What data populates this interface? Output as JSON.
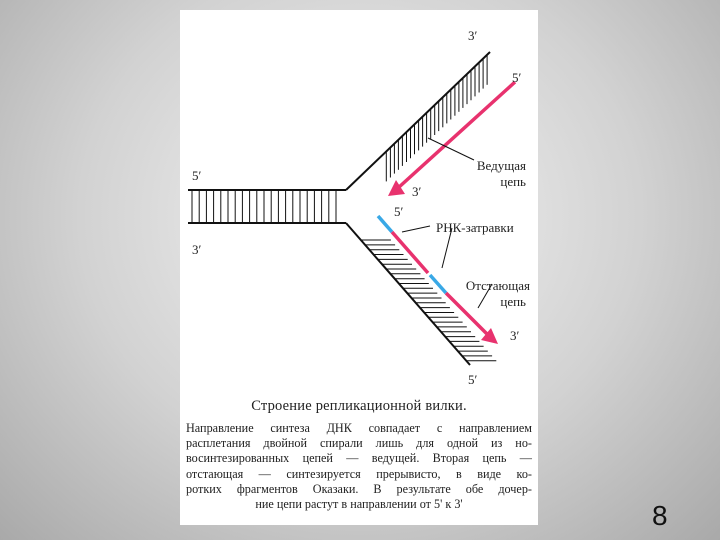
{
  "diagram": {
    "labels": {
      "top_3prime": "3′",
      "top_5prime": "5′",
      "left_5prime": "5′",
      "left_3prime": "3′",
      "leading_tip_3prime": "3′",
      "lagging_start_5prime": "5′",
      "lagging_tip_3prime": "3′",
      "bottom_5prime": "5′",
      "leading_strand_line1": "Ведущая",
      "leading_strand_line2": "цепь",
      "rna_primers": "РНК-затравки",
      "lagging_strand_line1": "Отстающая",
      "lagging_strand_line2": "цепь"
    },
    "colors": {
      "strand": "#111111",
      "new_strand": "#e8326e",
      "rna_primer": "#39a8e6"
    }
  },
  "caption": {
    "title": "Строение репликационной вилки.",
    "lines": [
      "Направление синтеза ДНК совпадает с направлением",
      "расплетания двойной спирали лишь для одной из но-",
      "восинтезированных цепей — ведущей. Вторая цепь —",
      "отстающая — синтезируется прерывисто, в виде ко-",
      "ротких фрагментов Оказаки. В результате обе дочер-",
      "ние цепи растут в направлении от 5' к 3'"
    ]
  },
  "page_number": "8"
}
